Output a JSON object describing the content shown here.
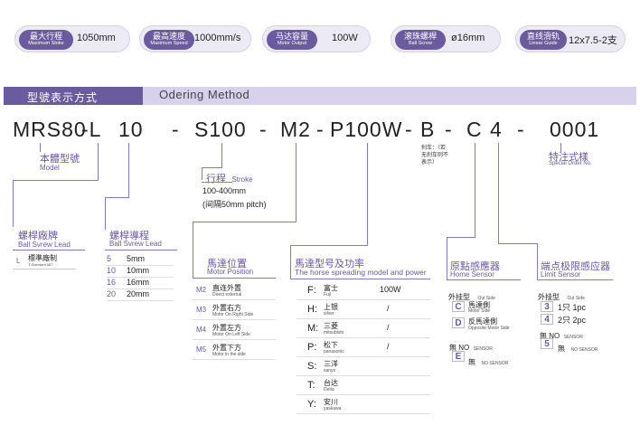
{
  "specs": [
    {
      "zh": "最大行程",
      "en": "Maximum Stoke",
      "value": "1050mm"
    },
    {
      "zh": "最高速度",
      "en": "Maximum Speed",
      "value": "1000mm/s"
    },
    {
      "zh": "马达容量",
      "en": "Motor Output",
      "value": "100W"
    },
    {
      "zh": "滚珠螺桿",
      "en": "Ball Screw",
      "value": "ø16mm"
    },
    {
      "zh": "直线滑轨",
      "en": "Linear Guide",
      "value": "12x7.5-2支"
    }
  ],
  "header": {
    "zh": "型號表示方式",
    "en": "Odering Method"
  },
  "code": {
    "model": "MRS80",
    "d1": "-L",
    "lead": "10",
    "d2": "-",
    "stroke": "S100",
    "d3": "-",
    "motor_pos": "M2",
    "d4": "-",
    "motor": "P100W",
    "d5": "-",
    "brake": "B",
    "d6": "-",
    "sensor": "C",
    "limit": "4",
    "d7": "-",
    "order": "0001"
  },
  "brake_note": [
    "刹车：（若",
    "无刹车则不",
    "表示）"
  ],
  "model": {
    "zh": "本體型號",
    "en": "Model"
  },
  "order": {
    "zh": "特注式樣",
    "en": "Special Order No."
  },
  "stroke": {
    "zh": "行程",
    "en": "Stroke",
    "range": "100-400mm",
    "pitch": "(间隔50mm pitch)"
  },
  "lead_type": {
    "zh": "螺桿廠牌",
    "en": "Ball Svrew Lead",
    "code": "L",
    "name": "標準廠制",
    "name_en": "T-Standard MIT"
  },
  "lead": {
    "zh": "螺桿導程",
    "en": "Ball Svrew Lead",
    "rows": [
      [
        "5",
        "5mm"
      ],
      [
        "10",
        "10mm"
      ],
      [
        "16",
        "16mm"
      ],
      [
        "20",
        "20mm"
      ]
    ]
  },
  "motor_position": {
    "zh": "馬達位置",
    "en": "Motor Position",
    "rows": [
      [
        "M2",
        "直连外置",
        "Direct external"
      ],
      [
        "M3",
        "外置右方",
        "Motor On Right Side"
      ],
      [
        "M4",
        "外置左方",
        "Motor On Left Side"
      ],
      [
        "M5",
        "外置下方",
        "Motor in the side"
      ]
    ]
  },
  "motor": {
    "zh": "馬達型号及功率",
    "en": "The horse spreading model and power",
    "rows": [
      [
        "F:",
        "富士",
        "Fuji",
        "100W"
      ],
      [
        "H:",
        "上银",
        "silver",
        "/"
      ],
      [
        "M:",
        "三菱",
        "mitsubishi",
        "/"
      ],
      [
        "P:",
        "松下",
        "panasonic",
        "/"
      ],
      [
        "S:",
        "三洋",
        "sanyo",
        ""
      ],
      [
        "T:",
        "台达",
        "Delta",
        ""
      ],
      [
        "Y:",
        "安川",
        "yaskawa",
        ""
      ]
    ]
  },
  "home": {
    "zh": "原點感應器",
    "en": "Home Sensor",
    "type_zh": "外挂型",
    "type_en": "Out Side",
    "rows": [
      [
        "C",
        "馬達側",
        "Motor Side"
      ],
      [
        "D",
        "反馬達側",
        "Opposite Motor Side"
      ]
    ],
    "none_zh": "無 NO",
    "none_en": "SENSOR",
    "none_code": "E",
    "none_label": "無",
    "none_label_en": "NO SENSOR"
  },
  "limit": {
    "zh": "端点极限感应器",
    "en": "Limit Sensor",
    "type_zh": "外挂型",
    "type_en": "Out Side",
    "rows": [
      [
        "3",
        "1只 1pc"
      ],
      [
        "4",
        "2只 2pc"
      ]
    ],
    "none_zh": "無 NO",
    "none_en": "SENSOR",
    "none_code": "5",
    "none_label": "無",
    "none_label_en": "NO SENSOR"
  }
}
